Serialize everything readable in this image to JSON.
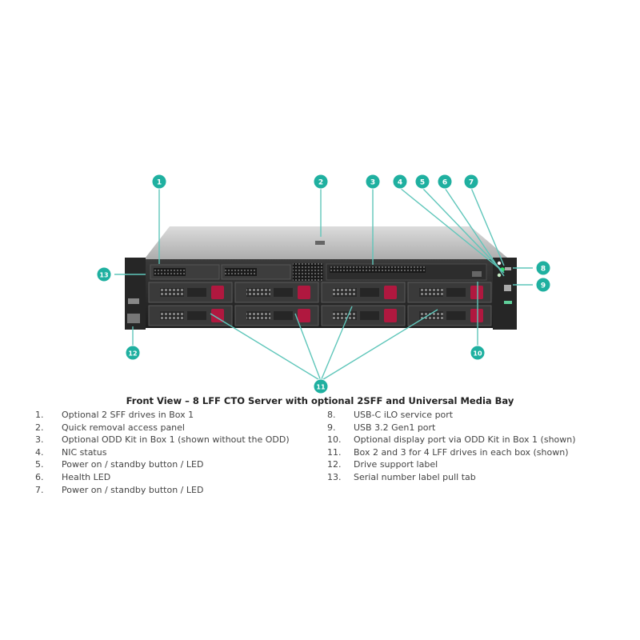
{
  "caption": "Front View – 8 LFF CTO Server with optional 2SFF and Universal Media Bay",
  "callouts": [
    "1",
    "2",
    "3",
    "4",
    "5",
    "6",
    "7",
    "8",
    "9",
    "10",
    "11",
    "12",
    "13"
  ],
  "legend_left": [
    {
      "num": "1.",
      "text": "Optional 2 SFF drives in Box 1"
    },
    {
      "num": "2.",
      "text": "Quick removal access panel"
    },
    {
      "num": "3.",
      "text": "Optional ODD Kit in Box 1 (shown without the ODD)"
    },
    {
      "num": "4.",
      "text": "NIC status"
    },
    {
      "num": "5.",
      "text": "Power on / standby button / LED"
    },
    {
      "num": "6.",
      "text": "Health LED"
    },
    {
      "num": "7.",
      "text": "Power on / standby button / LED"
    }
  ],
  "legend_right": [
    {
      "num": "8.",
      "text": "USB-C iLO service port"
    },
    {
      "num": "9.",
      "text": "USB 3.2 Gen1 port"
    },
    {
      "num": "10.",
      "text": "Optional display port via ODD Kit in Box 1 (shown)"
    },
    {
      "num": "11.",
      "text": "Box 2 and 3 for 4 LFF drives in each box (shown)"
    },
    {
      "num": "12.",
      "text": "Drive support label"
    },
    {
      "num": "13.",
      "text": "Serial number label pull tab"
    }
  ],
  "colors": {
    "callout": "#1fb0a0",
    "leader": "#5fc6ba",
    "drive_latch": "#b0183f",
    "chassis": "#2b2b2b"
  },
  "server_logo": "hpe-logo"
}
